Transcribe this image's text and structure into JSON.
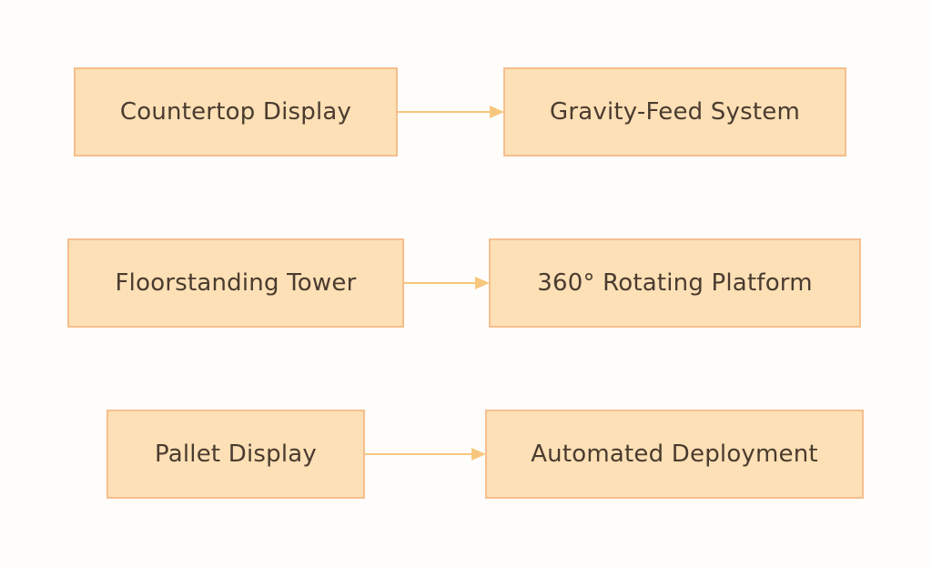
{
  "diagram": {
    "nodes": [
      {
        "id": "countertop",
        "label": "Countertop Display"
      },
      {
        "id": "gravity",
        "label": "Gravity-Feed System"
      },
      {
        "id": "floorstanding",
        "label": "Floorstanding Tower"
      },
      {
        "id": "rotating",
        "label": "360° Rotating Platform"
      },
      {
        "id": "pallet",
        "label": "Pallet Display"
      },
      {
        "id": "automated",
        "label": "Automated Deployment"
      }
    ],
    "edges": [
      {
        "from": "countertop",
        "to": "gravity"
      },
      {
        "from": "floorstanding",
        "to": "rotating"
      },
      {
        "from": "pallet",
        "to": "automated"
      }
    ],
    "colors": {
      "node_fill": "#fde0b5",
      "node_border": "#f5bf8d",
      "text": "#4a3b30",
      "edge": "#f6c77c"
    }
  }
}
